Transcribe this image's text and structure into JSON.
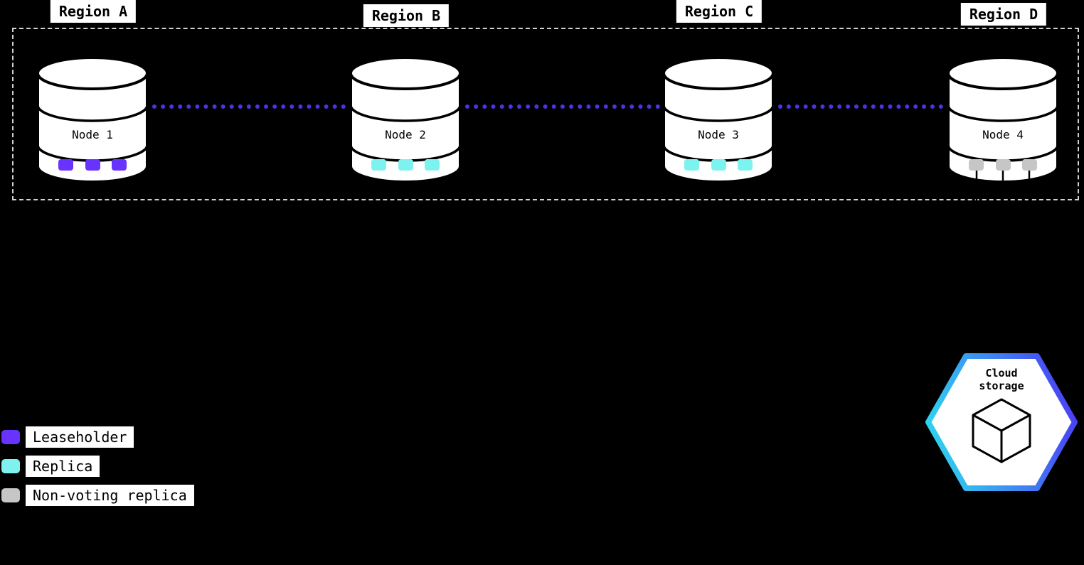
{
  "regions": [
    {
      "label": "Region A"
    },
    {
      "label": "Region B"
    },
    {
      "label": "Region C"
    },
    {
      "label": "Region D"
    }
  ],
  "nodes": [
    {
      "label": "Node 1",
      "replica_type": "leaseholder"
    },
    {
      "label": "Node 2",
      "replica_type": "replica"
    },
    {
      "label": "Node 3",
      "replica_type": "replica"
    },
    {
      "label": "Node 4",
      "replica_type": "non-voting-replica"
    }
  ],
  "legend": {
    "items": [
      {
        "label": "Leaseholder"
      },
      {
        "label": "Replica"
      },
      {
        "label": "Non-voting replica"
      }
    ]
  },
  "cloud_storage": {
    "line1": "Cloud",
    "line2": "storage"
  },
  "colors": {
    "background": "#000000",
    "leaseholder": "#6933ff",
    "replica": "#7ef2ef",
    "non_voting_replica": "#c6c6c6",
    "connection_line": "#5230e8",
    "cylinder_fill": "#ffffff",
    "cylinder_stroke": "#000000",
    "hex_gradient_start": "#2fd4f0",
    "hex_gradient_end": "#4b40f5"
  }
}
